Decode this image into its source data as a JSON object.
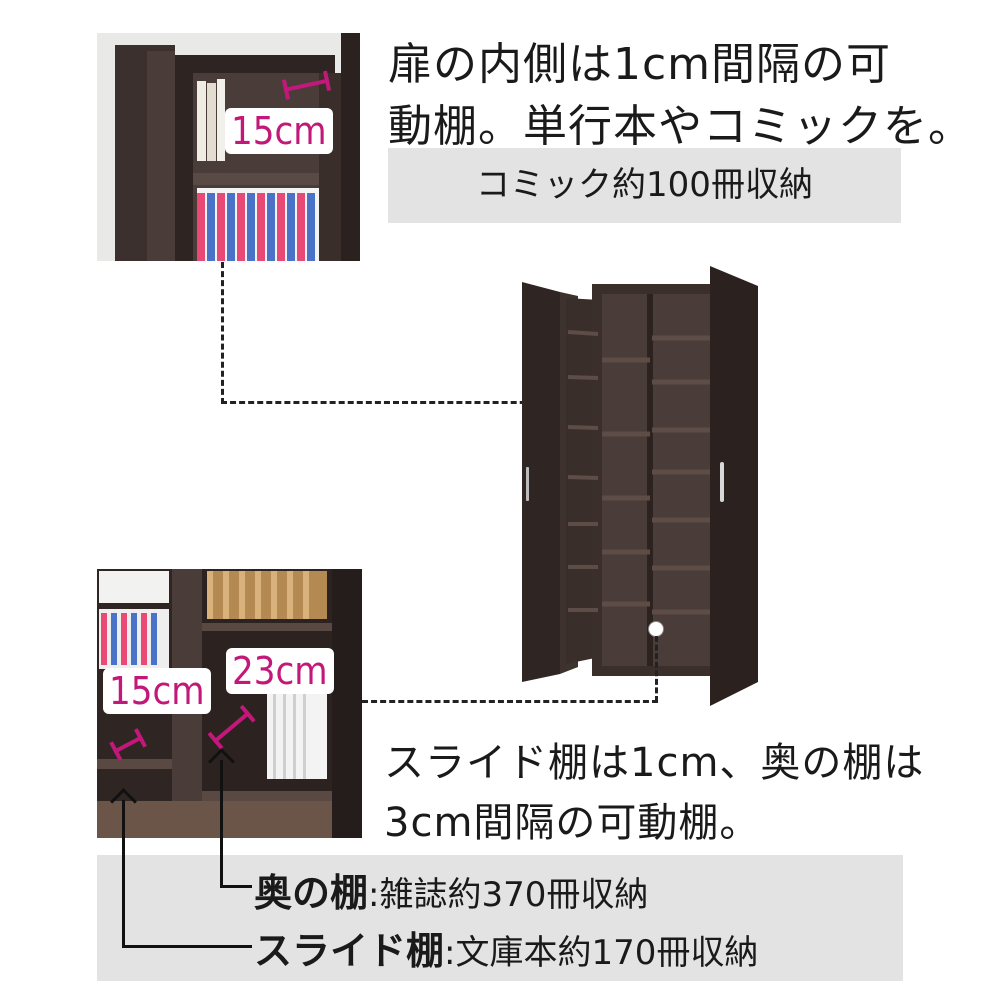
{
  "top_caption": {
    "line1": "扉の内側は1cm間隔の可",
    "line2": "動棚。単行本やコミックを。"
  },
  "top_badge": "コミック約100冊収納",
  "top_photo": {
    "measure": "15cm"
  },
  "bottom_photo": {
    "measure_left": "15cm",
    "measure_right": "23cm"
  },
  "bottom_caption": {
    "line1": "スライド棚は1cm、奥の棚は",
    "line2": "3cm間隔の可動棚。"
  },
  "bottom_box": {
    "row1": {
      "label": "奥の棚",
      "detail": ":雑誌約370冊収納"
    },
    "row2": {
      "label": "スライド棚",
      "detail": ":文庫本約170冊収納"
    }
  },
  "colors": {
    "wood": "#3b2f2c",
    "accent": "#c2187a",
    "panel": "#e3e3e3"
  }
}
